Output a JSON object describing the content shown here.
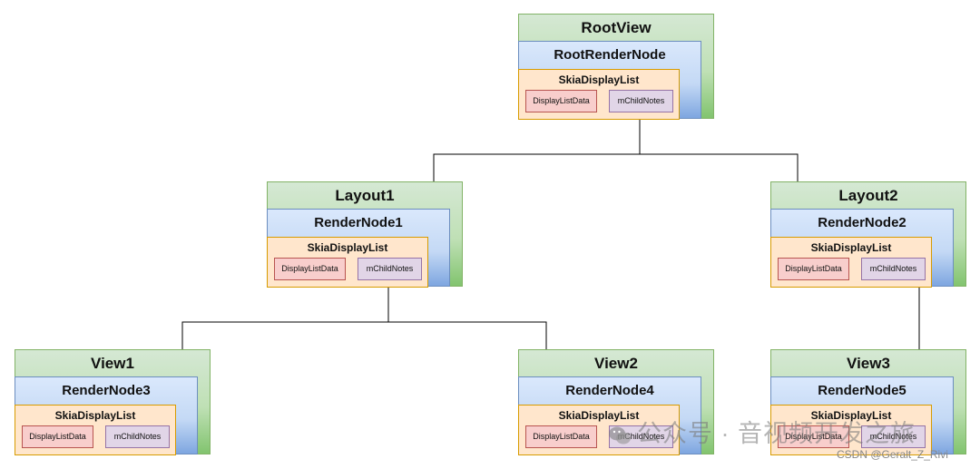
{
  "nodes": [
    {
      "id": "root",
      "title": "RootView",
      "render_node": "RootRenderNode",
      "display_list": "SkiaDisplayList",
      "data": "DisplayListData",
      "children": "mChildNotes"
    },
    {
      "id": "layout1",
      "title": "Layout1",
      "render_node": "RenderNode1",
      "display_list": "SkiaDisplayList",
      "data": "DisplayListData",
      "children": "mChildNotes"
    },
    {
      "id": "layout2",
      "title": "Layout2",
      "render_node": "RenderNode2",
      "display_list": "SkiaDisplayList",
      "data": "DisplayListData",
      "children": "mChildNotes"
    },
    {
      "id": "view1",
      "title": "View1",
      "render_node": "RenderNode3",
      "display_list": "SkiaDisplayList",
      "data": "DisplayListData",
      "children": "mChildNotes"
    },
    {
      "id": "view2",
      "title": "View2",
      "render_node": "RenderNode4",
      "display_list": "SkiaDisplayList",
      "data": "DisplayListData",
      "children": "mChildNotes"
    },
    {
      "id": "view3",
      "title": "View3",
      "render_node": "RenderNode5",
      "display_list": "SkiaDisplayList",
      "data": "DisplayListData",
      "children": "mChildNotes"
    }
  ],
  "edges": [
    {
      "from": "root",
      "to": "layout1"
    },
    {
      "from": "root",
      "to": "layout2"
    },
    {
      "from": "layout1",
      "to": "view1"
    },
    {
      "from": "layout1",
      "to": "view2"
    },
    {
      "from": "layout2",
      "to": "view3"
    }
  ],
  "colors": {
    "view_fill": "#d5e8d4",
    "view_border": "#82b366",
    "render_node_fill": "#dae8fc",
    "render_node_border": "#6c8ebf",
    "display_list_fill": "#ffe6cc",
    "display_list_border": "#d79b00",
    "data_fill": "#f8cecc",
    "data_border": "#b85450",
    "children_fill": "#e1d5e7",
    "children_border": "#9673a6"
  },
  "watermark": {
    "text": "公众号 · 音视频开发之旅",
    "icon": "wechat-icon"
  },
  "credit": "CSDN @Geralt_Z_Rivi"
}
